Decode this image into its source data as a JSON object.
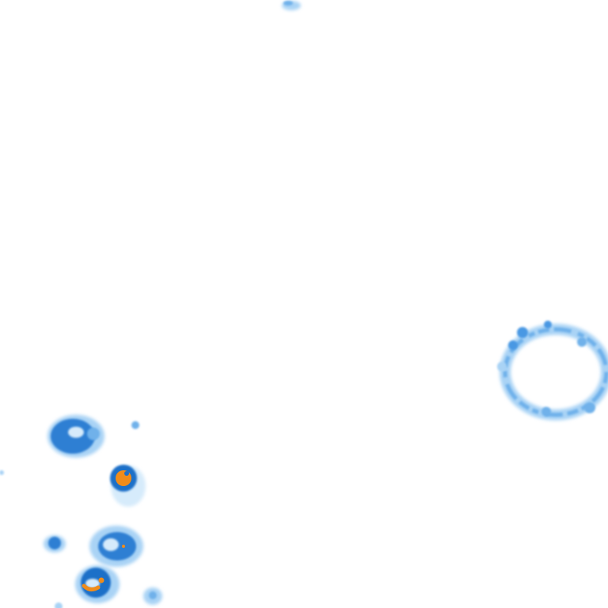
{
  "image": {
    "background": "#ffffff",
    "palette": {
      "dark_blue": "#1f6fc8",
      "mid_blue": "#4a98e3",
      "light_blue": "#a9d3f5",
      "pale_blue": "#d6ebfb",
      "orange": "#f08c1a"
    },
    "regions": [
      {
        "kind": "large-ring",
        "intensity": "low"
      },
      {
        "kind": "cluster",
        "intensity": "medium"
      },
      {
        "kind": "cluster",
        "intensity": "high"
      },
      {
        "kind": "cluster",
        "intensity": "medium"
      },
      {
        "kind": "cluster",
        "intensity": "high"
      },
      {
        "kind": "speck",
        "intensity": "low"
      }
    ]
  }
}
